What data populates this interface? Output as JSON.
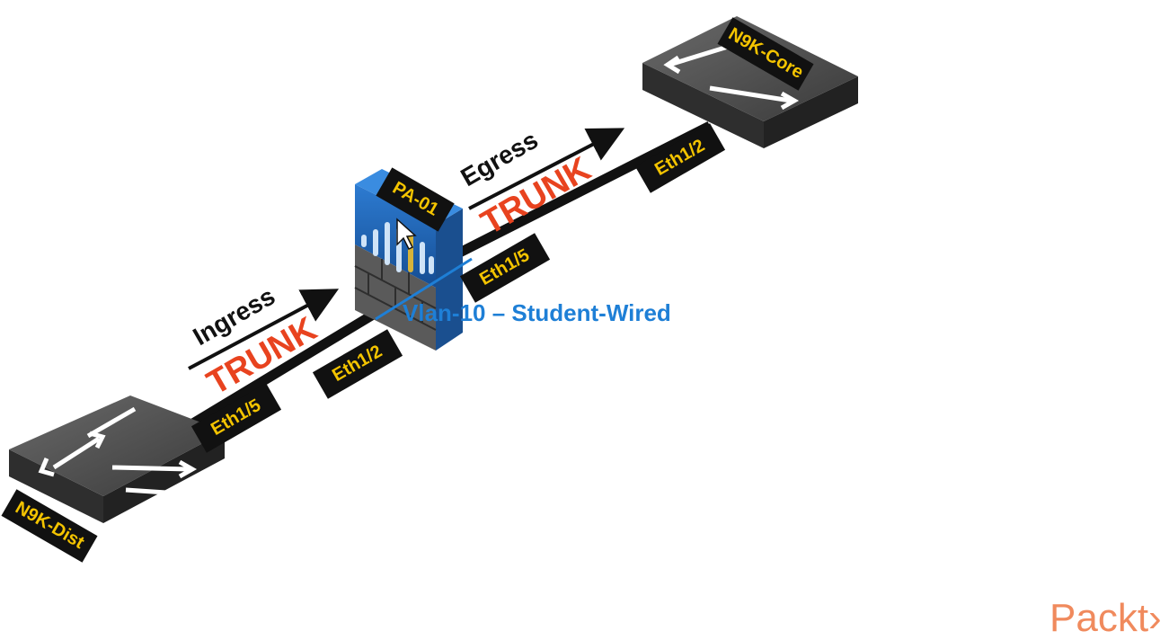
{
  "devices": {
    "dist": {
      "label": "N9K-Dist"
    },
    "core": {
      "label": "N9K-Core"
    },
    "firewall": {
      "label": "PA-01"
    }
  },
  "links": {
    "ingress": {
      "direction_label": "Ingress",
      "type_label": "TRUNK",
      "dist_port": "Eth1/5",
      "fw_port": "Eth1/2"
    },
    "egress": {
      "direction_label": "Egress",
      "type_label": "TRUNK",
      "fw_port": "Eth1/5",
      "core_port": "Eth1/2"
    }
  },
  "vlan": {
    "label": "Vlan-10 – Student-Wired"
  },
  "brand": {
    "label": "Packt›"
  },
  "colors": {
    "tag_bg": "#111111",
    "tag_text": "#f4c400",
    "trunk_text": "#e8431f",
    "vlan_text": "#1e7fd6",
    "switch_body": "#3f3f3f",
    "firewall_body": "#1b5fae",
    "brand": "#f08a5d"
  },
  "icons": [
    "switch-icon",
    "firewall-icon",
    "arrow-icon",
    "cursor-icon"
  ]
}
